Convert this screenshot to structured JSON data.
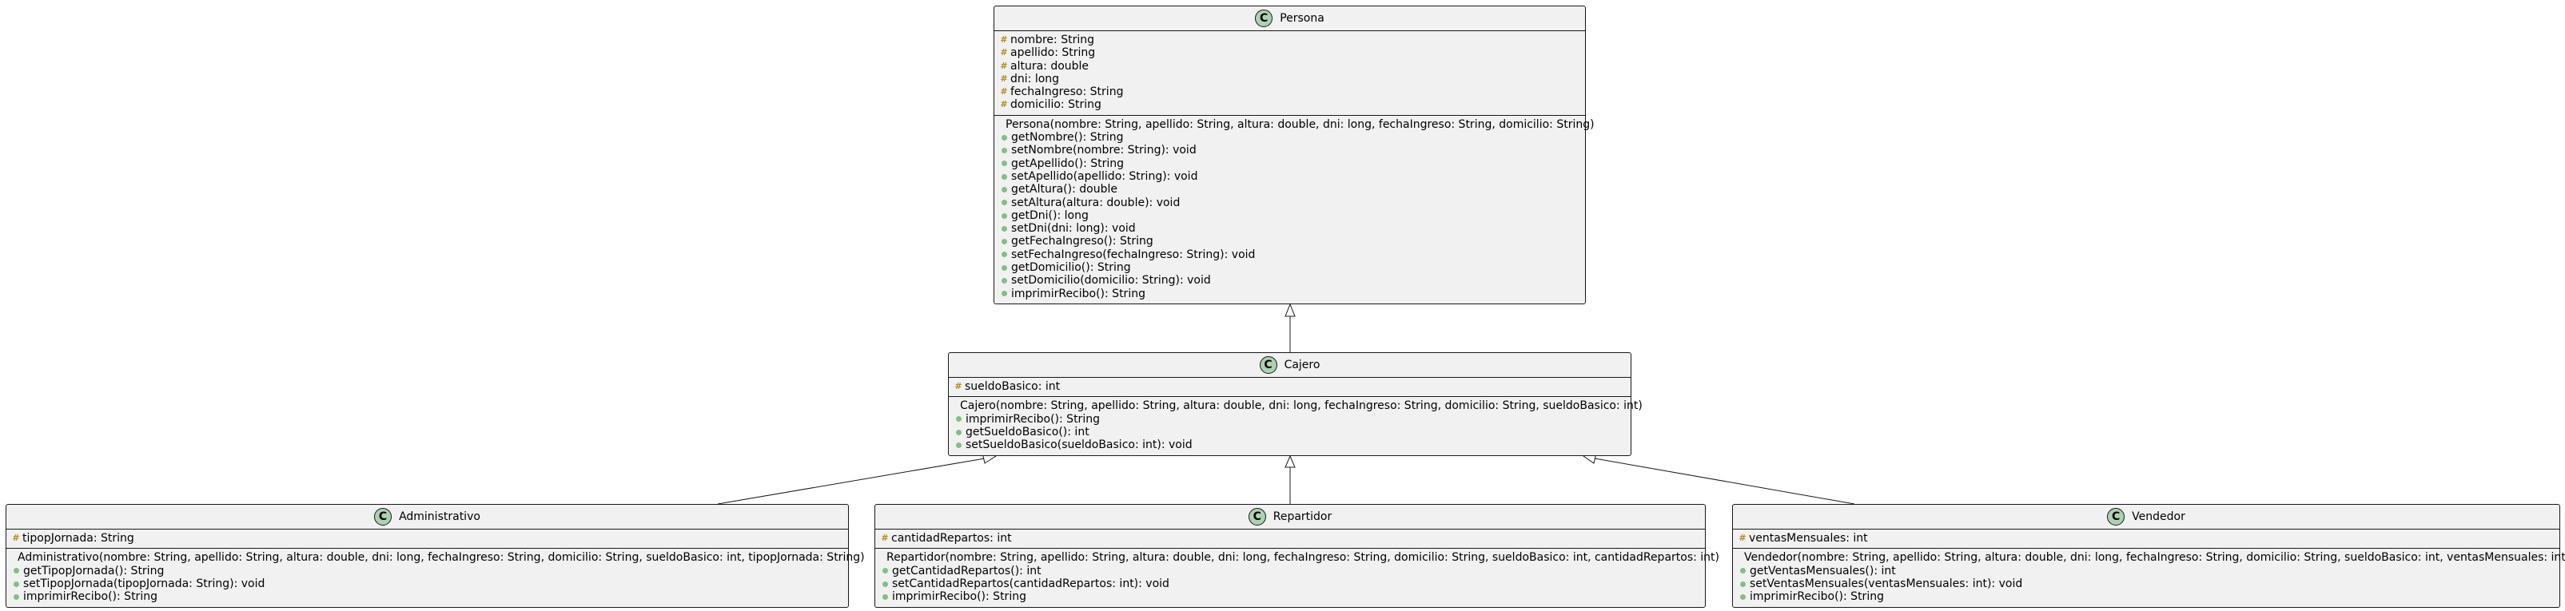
{
  "classes": {
    "persona": {
      "name": "Persona",
      "stereotype": "C",
      "fields": [
        {
          "vis": "#",
          "text": "nombre: String"
        },
        {
          "vis": "#",
          "text": "apellido: String"
        },
        {
          "vis": "#",
          "text": "altura: double"
        },
        {
          "vis": "#",
          "text": "dni: long"
        },
        {
          "vis": "#",
          "text": "fechaIngreso: String"
        },
        {
          "vis": "#",
          "text": "domicilio: String"
        }
      ],
      "methods": [
        {
          "vis": "+",
          "text": "Persona(nombre: String, apellido: String, altura: double, dni: long, fechaIngreso: String, domicilio: String)"
        },
        {
          "vis": "+",
          "text": "getNombre(): String"
        },
        {
          "vis": "+",
          "text": "setNombre(nombre: String): void"
        },
        {
          "vis": "+",
          "text": "getApellido(): String"
        },
        {
          "vis": "+",
          "text": "setApellido(apellido: String): void"
        },
        {
          "vis": "+",
          "text": "getAltura(): double"
        },
        {
          "vis": "+",
          "text": "setAltura(altura: double): void"
        },
        {
          "vis": "+",
          "text": "getDni(): long"
        },
        {
          "vis": "+",
          "text": "setDni(dni: long): void"
        },
        {
          "vis": "+",
          "text": "getFechaIngreso(): String"
        },
        {
          "vis": "+",
          "text": "setFechaIngreso(fechaIngreso: String): void"
        },
        {
          "vis": "+",
          "text": "getDomicilio(): String"
        },
        {
          "vis": "+",
          "text": "setDomicilio(domicilio: String): void"
        },
        {
          "vis": "+",
          "text": "imprimirRecibo(): String"
        }
      ]
    },
    "cajero": {
      "name": "Cajero",
      "stereotype": "C",
      "fields": [
        {
          "vis": "#",
          "text": "sueldoBasico: int"
        }
      ],
      "methods": [
        {
          "vis": "+",
          "text": "Cajero(nombre: String, apellido: String, altura: double, dni: long, fechaIngreso: String, domicilio: String, sueldoBasico: int)"
        },
        {
          "vis": "+",
          "text": "imprimirRecibo(): String"
        },
        {
          "vis": "+",
          "text": "getSueldoBasico(): int"
        },
        {
          "vis": "+",
          "text": "setSueldoBasico(sueldoBasico: int): void"
        }
      ]
    },
    "administrativo": {
      "name": "Administrativo",
      "stereotype": "C",
      "fields": [
        {
          "vis": "#",
          "text": "tipopJornada: String"
        }
      ],
      "methods": [
        {
          "vis": "+",
          "text": "Administrativo(nombre: String, apellido: String, altura: double, dni: long, fechaIngreso: String, domicilio: String, sueldoBasico: int, tipopJornada: String)"
        },
        {
          "vis": "+",
          "text": "getTipopJornada(): String"
        },
        {
          "vis": "+",
          "text": "setTipopJornada(tipopJornada: String): void"
        },
        {
          "vis": "+",
          "text": "imprimirRecibo(): String"
        }
      ]
    },
    "repartidor": {
      "name": "Repartidor",
      "stereotype": "C",
      "fields": [
        {
          "vis": "#",
          "text": "cantidadRepartos: int"
        }
      ],
      "methods": [
        {
          "vis": "+",
          "text": "Repartidor(nombre: String, apellido: String, altura: double, dni: long, fechaIngreso: String, domicilio: String, sueldoBasico: int, cantidadRepartos: int)"
        },
        {
          "vis": "+",
          "text": "getCantidadRepartos(): int"
        },
        {
          "vis": "+",
          "text": "setCantidadRepartos(cantidadRepartos: int): void"
        },
        {
          "vis": "+",
          "text": "imprimirRecibo(): String"
        }
      ]
    },
    "vendedor": {
      "name": "Vendedor",
      "stereotype": "C",
      "fields": [
        {
          "vis": "#",
          "text": "ventasMensuales: int"
        }
      ],
      "methods": [
        {
          "vis": "+",
          "text": "Vendedor(nombre: String, apellido: String, altura: double, dni: long, fechaIngreso: String, domicilio: String, sueldoBasico: int, ventasMensuales: int)"
        },
        {
          "vis": "+",
          "text": "getVentasMensuales(): int"
        },
        {
          "vis": "+",
          "text": "setVentasMensuales(ventasMensuales: int): void"
        },
        {
          "vis": "+",
          "text": "imprimirRecibo(): String"
        }
      ]
    }
  },
  "colors": {
    "box_fill": "#f1f1f1",
    "border": "#181818",
    "class_icon": "#add1b2",
    "protected_marker": "#b38d22",
    "public_marker": "#84be84"
  }
}
